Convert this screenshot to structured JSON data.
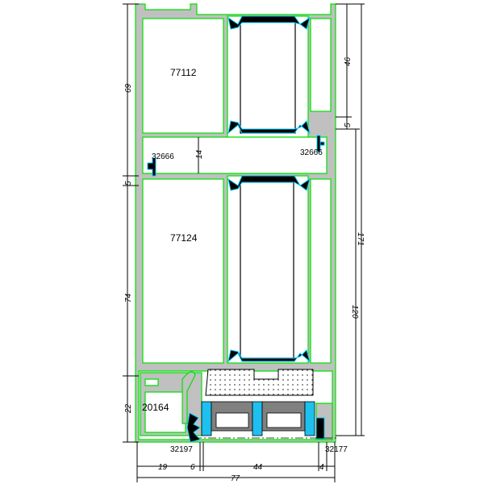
{
  "profiles": {
    "upper_sash": "77112",
    "lower_sash": "77124",
    "threshold": "20164",
    "gasket_left_mid": "32666",
    "gasket_right_mid": "32666",
    "seal_bottom_left": "32197",
    "seal_bottom_right": "32177"
  },
  "dimensions": {
    "left": [
      "69",
      "5",
      "74",
      "22"
    ],
    "right_inner": [
      "46",
      "5"
    ],
    "right_mid": "120",
    "right_outer": "171",
    "gap": "14",
    "bottom": [
      "19",
      "6",
      "44",
      "4"
    ],
    "bottom_total": "77"
  },
  "colors": {
    "profile": "#c0c0c0",
    "outline": "#00e000",
    "insulation_bar": "#1ec0f0",
    "gasket": "#000000"
  }
}
